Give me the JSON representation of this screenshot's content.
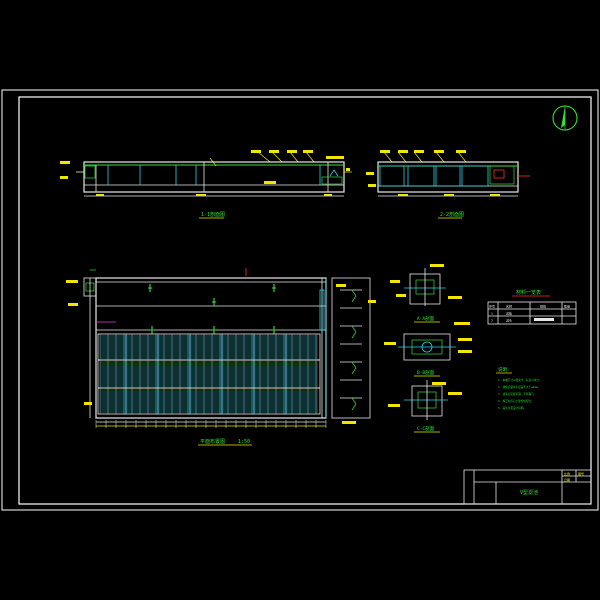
{
  "sheet": {
    "background": "#000000",
    "colors": {
      "white": "#e8e8e8",
      "green": "#35e035",
      "cyan": "#2fd2e6",
      "yellow": "#f2e600",
      "red": "#ff2b2b",
      "magenta": "#e43de4"
    }
  },
  "north_arrow": {
    "icon": "north-arrow-icon"
  },
  "section_1": {
    "caption": "1-1剖面图"
  },
  "section_2": {
    "caption": "2-2剖面图"
  },
  "plan_view": {
    "caption": "平面布置图",
    "scale": "1:50"
  },
  "details": {
    "detail_a": "A-A剖面",
    "detail_b": "B-B剖面",
    "detail_c": "C-C剖面"
  },
  "material_table": {
    "title": "材料一览表",
    "rows": [
      {
        "no": "序号",
        "name": "名称",
        "spec": "规格",
        "qty": "数量"
      },
      {
        "no": "1",
        "name": "滤板",
        "spec": "",
        "qty": ""
      },
      {
        "no": "2",
        "name": "滤头",
        "spec": "",
        "qty": ""
      }
    ]
  },
  "notes": {
    "title": "说明：",
    "items": [
      "1. 本图尺寸以毫米计，标高以米计。",
      "2. 滤板安装水平误差不大于±2mm。",
      "3. 滤头应安装牢固，不得漏气。",
      "4. 施工时应与土建密切配合。",
      "5. 其余详见设计说明。"
    ]
  },
  "title_block": {
    "drawing_title": "V型滤池",
    "label_scale": "比例",
    "label_sheet": "图号",
    "label_date": "日期"
  }
}
